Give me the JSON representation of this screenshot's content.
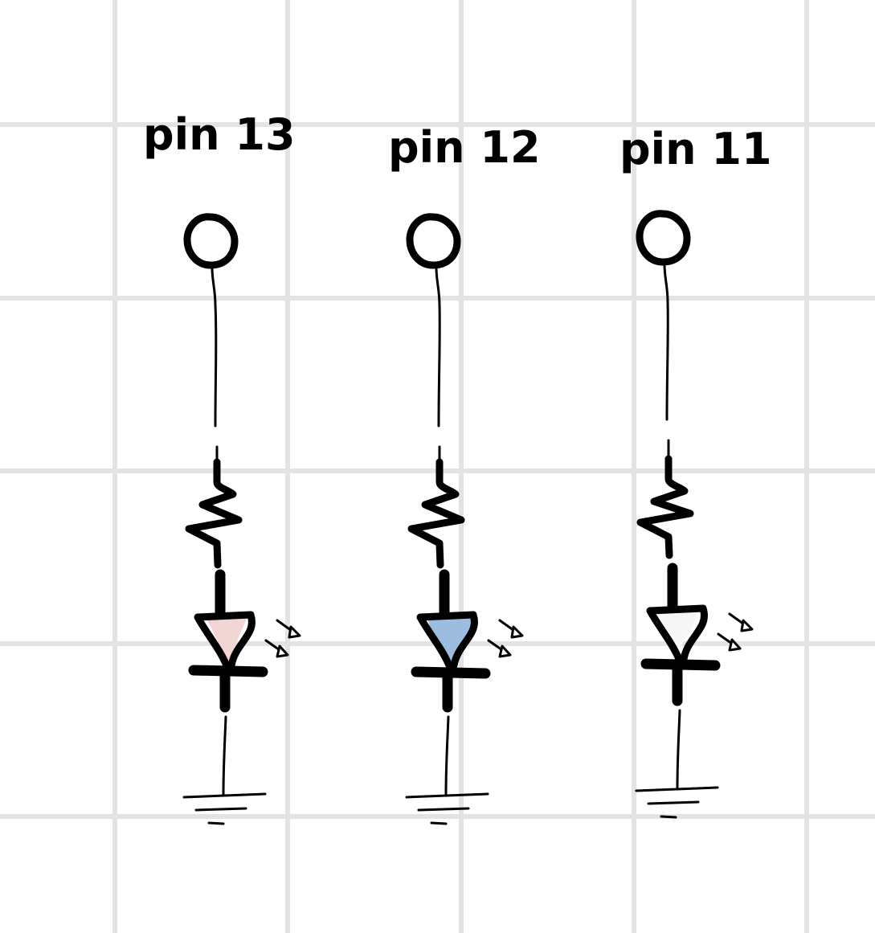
{
  "circuits": [
    {
      "label": "pin 13",
      "led_color": "#f2d6d6"
    },
    {
      "label": "pin 12",
      "led_color": "#9dbde0"
    },
    {
      "label": "pin 11",
      "led_color": "#f7f7f7"
    }
  ],
  "colors": {
    "grid": "#e3e3e3",
    "ink": "#000000",
    "background": "#ffffff"
  }
}
